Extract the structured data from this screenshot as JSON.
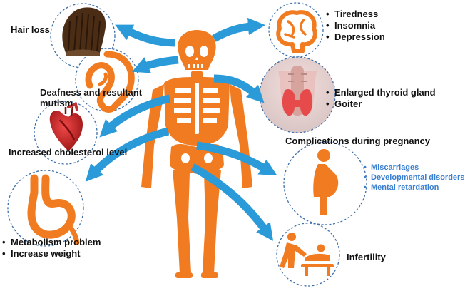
{
  "colors": {
    "body": "#f07b21",
    "arrow": "#2a9ad8",
    "circle_border": "#3e6fa8",
    "blue_text": "#3a7fd0"
  },
  "labels": {
    "hair_loss": "Hair loss",
    "deafness": "Deafness and resultant mutism",
    "cholesterol": "Increased cholesterol level",
    "metabolism_items": [
      "Metabolism problem",
      "Increase weight"
    ],
    "brain_items": [
      "Tiredness",
      "Insomnia",
      "Depression"
    ],
    "thyroid_items": [
      "Enlarged thyroid gland",
      "Goiter"
    ],
    "pregnancy_title": "Complications during pregnancy",
    "pregnancy_items": [
      "Miscarriages",
      "Developmental disorders",
      "Mental retardation"
    ],
    "infertility": "Infertility"
  },
  "icons": {
    "hair": "hair-icon",
    "ear": "ear-icon",
    "heart": "heart-icon",
    "stomach": "stomach-icon",
    "brain": "brain-icon",
    "thyroid": "thyroid-icon",
    "pregnant": "pregnant-woman-icon",
    "baby": "baby-changing-icon",
    "body": "human-body-icon"
  }
}
